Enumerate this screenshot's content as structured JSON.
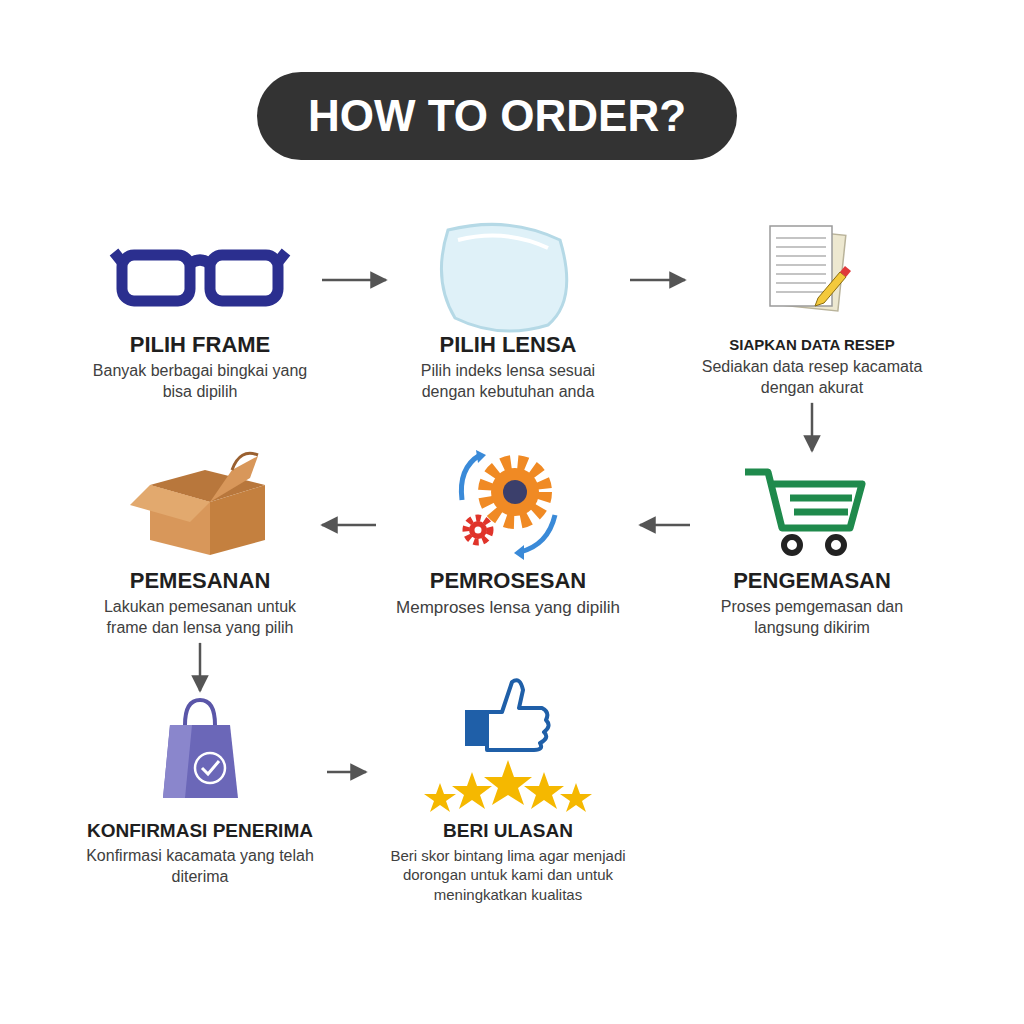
{
  "diagram": {
    "title": "HOW TO ORDER?",
    "nodes": [
      {
        "text": [
          "PILIH FRAME",
          "Banyak berbagai bingkai yang bisa dipilih"
        ]
      },
      {
        "text": [
          "PILIH LENSA",
          "Pilih indeks lensa sesuai dengan kebutuhan anda"
        ]
      },
      {
        "text": [
          "SIAPKAN DATA RESEP",
          "Sediakan data resep kacamata dengan akurat"
        ]
      },
      {
        "text": [
          "PEMESANAN",
          "Lakukan pemesanan untuk frame dan lensa yang pilih"
        ]
      },
      {
        "text": [
          "PEMROSESAN",
          "Memproses lensa yang dipilih"
        ]
      },
      {
        "text": [
          "PENGEMASAN",
          "Proses pemgemasan dan langsung dikirim"
        ]
      },
      {
        "text": [
          "KONFIRMASI PENERIMA",
          "Konfirmasi kacamata yang telah diterima"
        ]
      },
      {
        "text": [
          "BERI ULASAN",
          "Beri skor bintang lima agar menjadi dorongan untuk kami dan untuk meningkatkan kualitas"
        ]
      }
    ],
    "edges": [
      {
        "from": 0,
        "to": 1,
        "arrow": "to"
      },
      {
        "from": 1,
        "to": 2,
        "arrow": "to"
      },
      {
        "from": 2,
        "to": 5,
        "arrow": "to"
      },
      {
        "from": 5,
        "to": 4,
        "arrow": "to"
      },
      {
        "from": 4,
        "to": 3,
        "arrow": "to"
      },
      {
        "from": 3,
        "to": 6,
        "arrow": "to"
      },
      {
        "from": 6,
        "to": 7,
        "arrow": "to"
      }
    ]
  }
}
